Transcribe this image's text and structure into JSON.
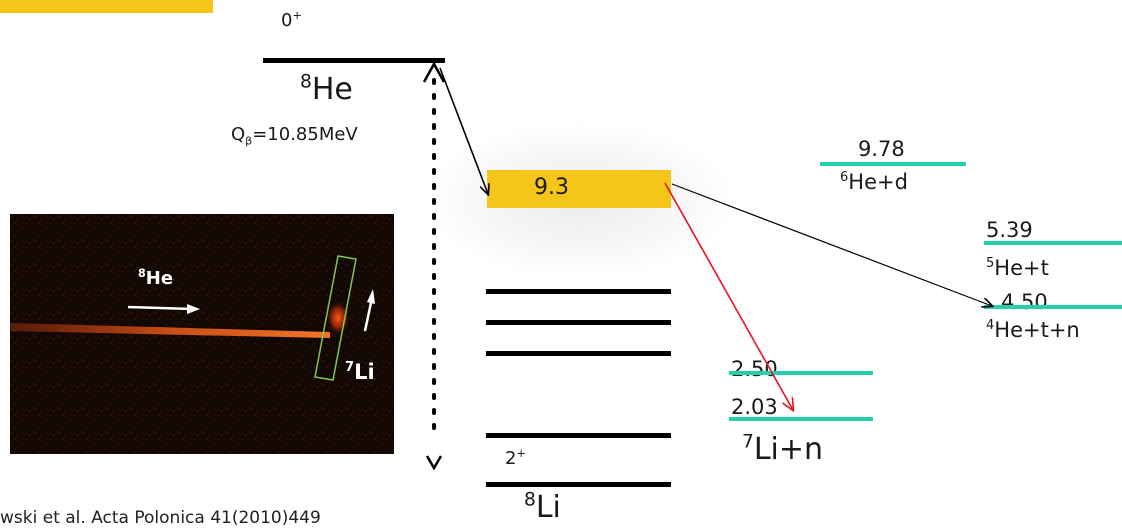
{
  "parent": {
    "spin": "0",
    "spin_parity": "+",
    "mass": "8",
    "symbol": "He",
    "q_symbol": "Q",
    "q_sub": "β",
    "q_value": "=10.85MeV"
  },
  "band": {
    "value": "9.3",
    "color": "#f5c518"
  },
  "daughter": {
    "mass": "8",
    "symbol": "Li",
    "ground_spin": "2",
    "ground_parity": "+"
  },
  "thresholds": {
    "he6d": {
      "energy": "9.78",
      "mass": "6",
      "label": "He+d"
    },
    "he5t": {
      "energy": "5.39",
      "mass": "5",
      "label": "He+t"
    },
    "he4tn": {
      "energy": "4.50",
      "mass": "4",
      "label": "He+t+n"
    },
    "li7n": {
      "energy_upper": "2.50",
      "energy_lower": "2.03",
      "mass": "7",
      "label": "Li+n"
    }
  },
  "photo": {
    "beam_mass": "8",
    "beam_symbol": "He",
    "product_mass": "7",
    "product_symbol": "Li"
  },
  "reference": "wski et al. Acta Polonica 41(2010)449",
  "colors": {
    "level": "#000000",
    "threshold": "#22d0b0",
    "decay_arrow_red": "#e8141c",
    "highlight": "#f5c518"
  }
}
